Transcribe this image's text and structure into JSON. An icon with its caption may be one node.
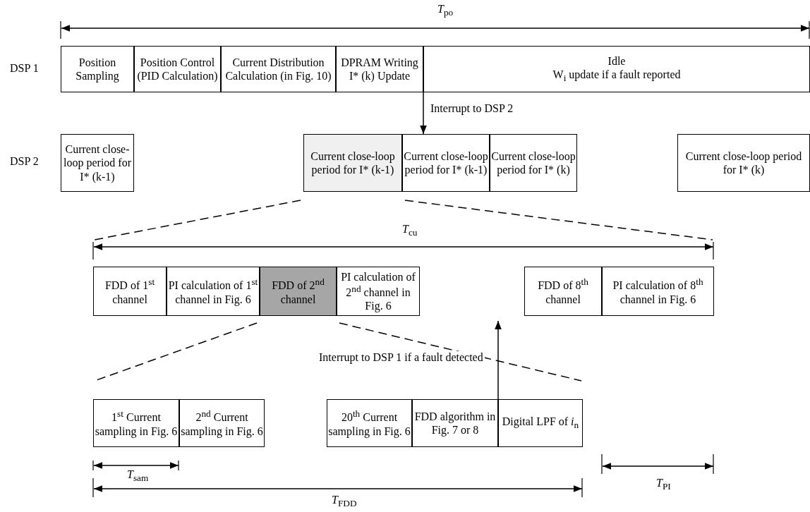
{
  "diagram": {
    "nodes": [
      {
        "text": [
          "Position Sampling"
        ]
      },
      {
        "text": [
          "Position Control (PID Calculation)"
        ]
      },
      {
        "text": [
          "Current Distribution Calculation (in Fig. 10)"
        ]
      },
      {
        "text": [
          "DPRAM Writing I* (k) Update"
        ]
      },
      {
        "text": [
          "Idle",
          "W$_{i}$ update if a fault reported"
        ]
      },
      {
        "text": [
          "Current close-loop period for I* (k-1)"
        ]
      },
      {
        "text": [
          "Current close-loop period for I* (k-1)"
        ]
      },
      {
        "text": [
          "Current close-loop period for I* (k-1)"
        ]
      },
      {
        "text": [
          "Current close-loop period for I* (k)"
        ]
      },
      {
        "text": [
          "Current close-loop period for I* (k)"
        ]
      },
      {
        "text": [
          "FDD of 1$^{st}$ channel"
        ]
      },
      {
        "text": [
          "PI calculation of 1$^{st}$ channel in Fig. 6"
        ]
      },
      {
        "text": [
          "FDD of 2$^{nd}$ channel"
        ]
      },
      {
        "text": [
          "PI calculation of 2$^{nd}$ channel in Fig. 6"
        ]
      },
      {
        "text": [
          "FDD of 8$^{th}$ channel"
        ]
      },
      {
        "text": [
          "PI calculation of 8$^{th}$ channel in Fig. 6"
        ]
      },
      {
        "text": [
          "1$^{st}$ Current sampling in Fig. 6"
        ]
      },
      {
        "text": [
          "2$^{nd}$ Current sampling in Fig. 6"
        ]
      },
      {
        "text": [
          "20$^{th}$ Current sampling in Fig. 6"
        ]
      },
      {
        "text": [
          "FDD algorithm in Fig. 7 or 8"
        ]
      },
      {
        "text": [
          "Digital LPF of *i*$_{n}$"
        ]
      }
    ],
    "edges": [
      {
        "from": 3,
        "to": 7,
        "arrow": "to",
        "label": "Interrupt to DSP 2"
      },
      {
        "from": 19,
        "to": null,
        "arrow": "to",
        "label": "Interrupt to DSP 1 if a fault detected"
      }
    ],
    "labels": [
      "*T*$_{po}$",
      "DSP 1",
      "DSP 2",
      "*T*$_{cu}$",
      "*T*$_{PI}$",
      "*T*$_{sam}$",
      "*T*$_{FDD}$"
    ]
  }
}
